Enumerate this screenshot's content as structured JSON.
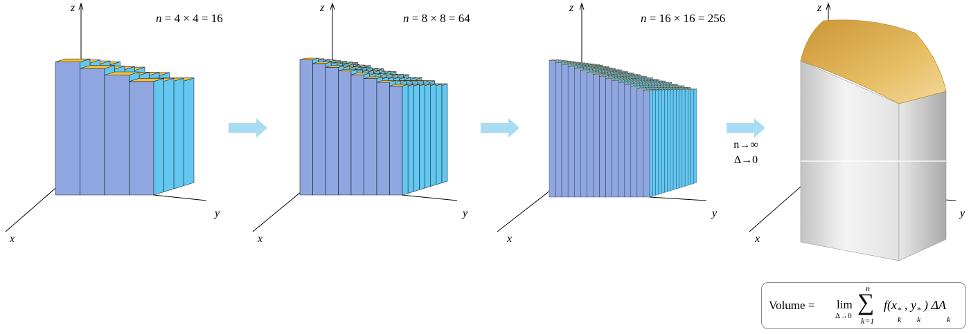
{
  "panels": [
    {
      "caption_lhs": "n",
      "caption_rhs": " = 4 × 4 = 16",
      "axis_x": "x",
      "axis_y": "y",
      "axis_z": "z"
    },
    {
      "caption_lhs": "n",
      "caption_rhs": " = 8 × 8 = 64",
      "axis_x": "x",
      "axis_y": "y",
      "axis_z": "z"
    },
    {
      "caption_lhs": "n",
      "caption_rhs": " = 16 × 16 = 256",
      "axis_x": "x",
      "axis_y": "y",
      "axis_z": "z"
    },
    {
      "caption_lhs": "",
      "caption_rhs": "",
      "axis_x": "x",
      "axis_y": "y",
      "axis_z": "z"
    }
  ],
  "limit_label": {
    "line1": "n→∞",
    "line2": "Δ→0"
  },
  "formula": {
    "volume_word": "Volume =",
    "lim": "lim",
    "lim_sub": "Δ→0",
    "sigma": "∑",
    "sum_top": "n",
    "sum_bottom": "k=1",
    "body": "f(x",
    "x_sub": "k",
    "x_sup": "*",
    "comma": ", y",
    "y_sub": "k",
    "y_sup": "*",
    "close_delta": ") ΔA",
    "a_sub": "k"
  },
  "colors": {
    "bar_front": "#8fa6e0",
    "bar_side": "#62c8f0",
    "bar_top": "#f2c235",
    "arrow": "#a7dcf2",
    "surface_top": "#d9a94a",
    "solid_light": "#f0f0f0",
    "solid_dark": "#b0b0b0"
  }
}
